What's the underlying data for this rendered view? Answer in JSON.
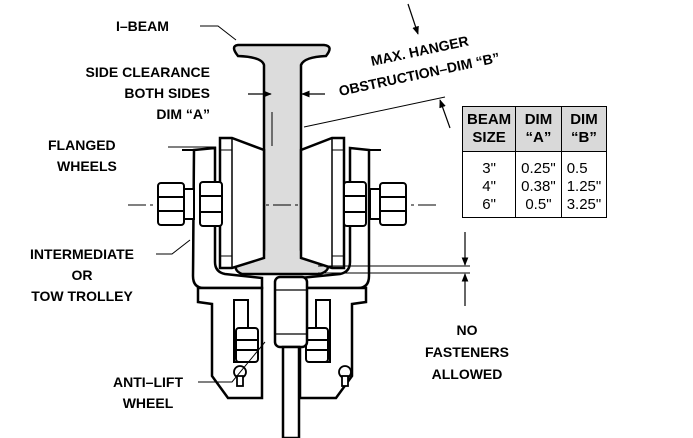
{
  "labels": {
    "i_beam": "I–BEAM",
    "side_clearance_1": "SIDE CLEARANCE",
    "side_clearance_2": "BOTH SIDES",
    "side_clearance_3": "DIM “A”",
    "flanged_1": "FLANGED",
    "flanged_2": "WHEELS",
    "intermediate_1": "INTERMEDIATE",
    "intermediate_2": "OR",
    "intermediate_3": "TOW TROLLEY",
    "anti_lift_1": "ANTI–LIFT",
    "anti_lift_2": "WHEEL",
    "no_fasteners_1": "NO",
    "no_fasteners_2": "FASTENERS",
    "no_fasteners_3": "ALLOWED",
    "max_hanger_1": "MAX. HANGER",
    "max_hanger_2": "OBSTRUCTION–DIM “B”"
  },
  "table": {
    "headers": [
      [
        "BEAM",
        "SIZE"
      ],
      [
        "DIM",
        "“A”"
      ],
      [
        "DIM",
        "“B”"
      ]
    ],
    "rows": [
      [
        "3\"",
        "0.25\"",
        "0.5"
      ],
      [
        "4\"",
        "0.38\"",
        "1.25\""
      ],
      [
        "6\"",
        "0.5\"",
        "3.25\""
      ]
    ]
  }
}
